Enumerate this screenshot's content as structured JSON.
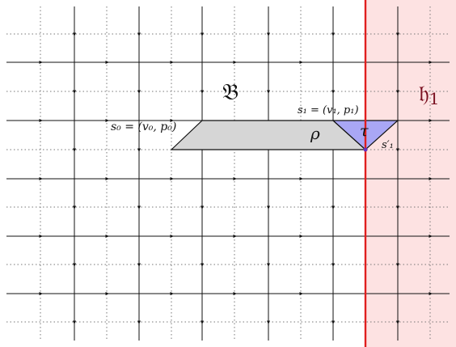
{
  "labels": {
    "region_B": "𝔅",
    "halfspace": "𝔥",
    "halfspace_sub": "1",
    "s0": "s₀ = (v₀, p₀)",
    "s1": "s₁ = (v₁, p₁)",
    "rho": "ρ",
    "tau": "τ",
    "s1prime": "s′₁"
  },
  "colors": {
    "background": "#ffffff",
    "grid_solid": "#111111",
    "grid_dotted": "#777777",
    "halfspace_fill": "#fde2e2",
    "boundary_line": "#e01e1e",
    "gray_region_fill": "#d6d6d6",
    "triangle_fill": "#a9a7f5",
    "triangle_label": "#2a2ad0",
    "halfspace_label": "#7a1020"
  }
}
